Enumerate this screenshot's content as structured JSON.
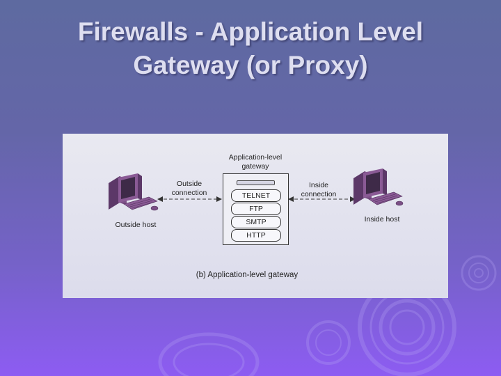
{
  "slide": {
    "title_line1": "Firewalls - Application Level",
    "title_line2": "Gateway (or Proxy)"
  },
  "diagram": {
    "gateway_label_line1": "Application-level",
    "gateway_label_line2": "gateway",
    "outside_connection_line1": "Outside",
    "outside_connection_line2": "connection",
    "inside_connection_line1": "Inside",
    "inside_connection_line2": "connection",
    "outside_host_label": "Outside host",
    "inside_host_label": "Inside host",
    "protocols": [
      "TELNET",
      "FTP",
      "SMTP",
      "HTTP"
    ],
    "caption": "(b) Application-level gateway"
  },
  "colors": {
    "computer": "#7b4f86",
    "computer_dark": "#4f2e5a",
    "screen": "#3e2a48",
    "background_top": "#5e6aa0",
    "background_bottom": "#8d5cf2"
  }
}
